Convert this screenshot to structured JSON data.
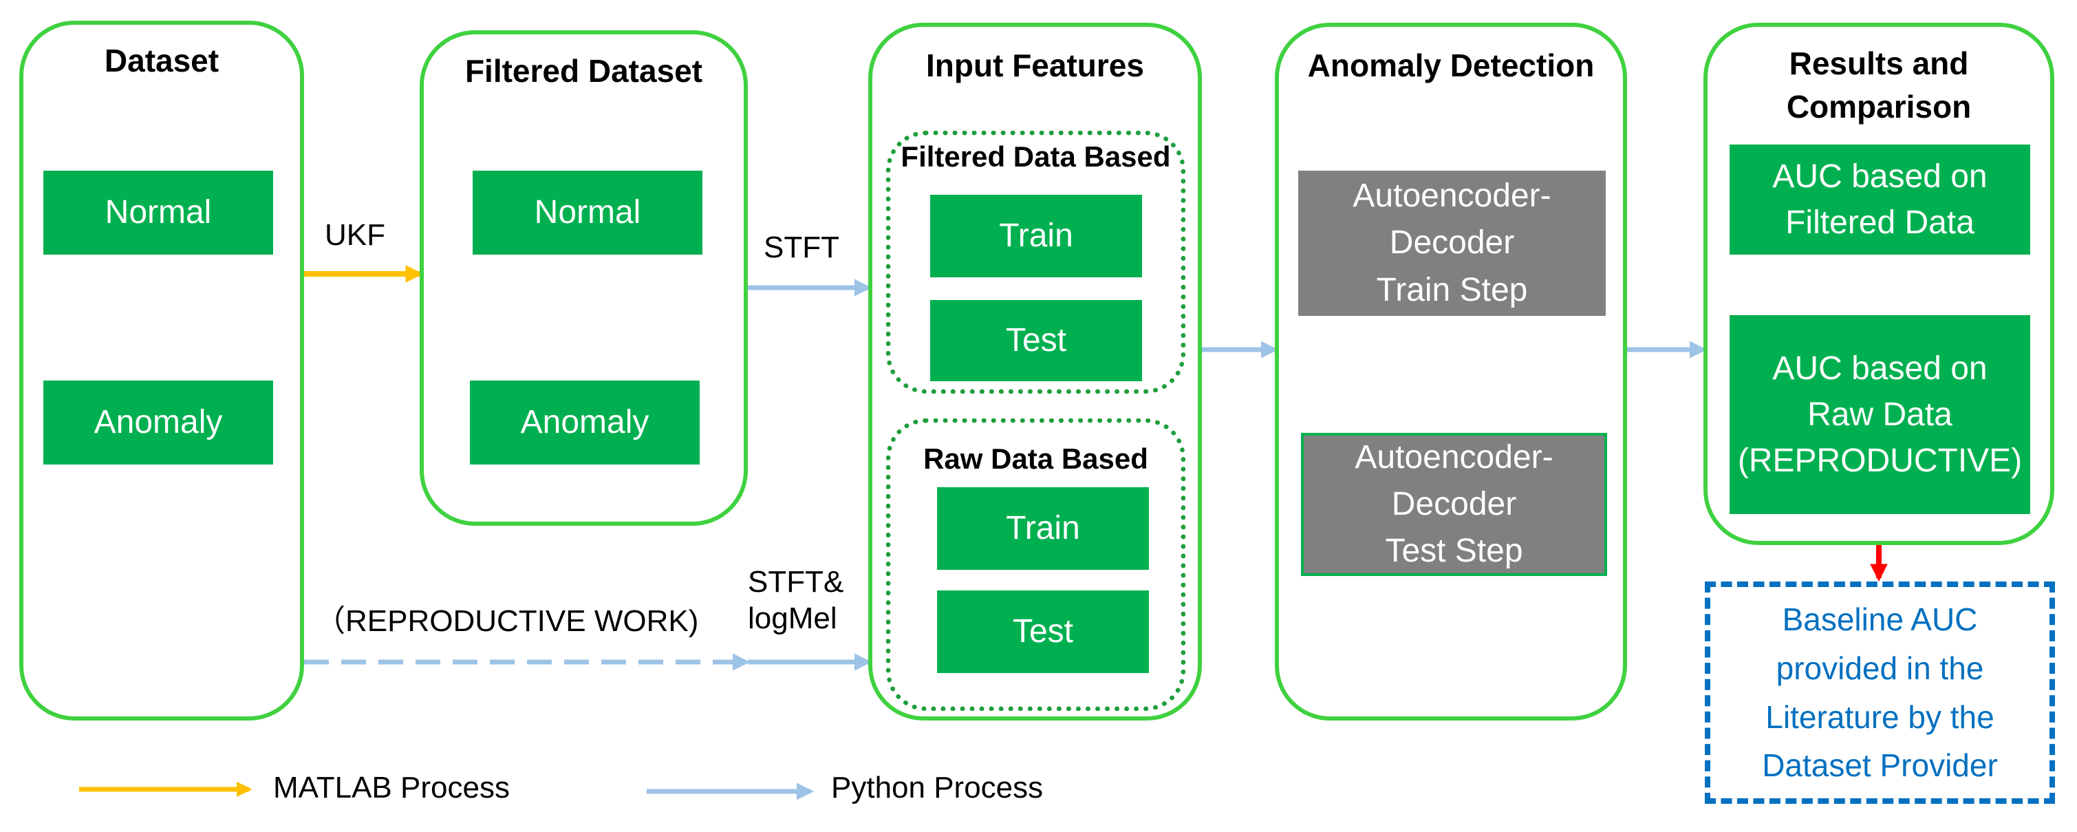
{
  "dataset": {
    "title": "Dataset",
    "items": [
      "Normal",
      "Anomaly"
    ]
  },
  "filtered_dataset": {
    "title": "Filtered Dataset",
    "items": [
      "Normal",
      "Anomaly"
    ]
  },
  "input_features": {
    "title": "Input Features",
    "filtered_group": {
      "title": "Filtered Data Based",
      "items": [
        "Train",
        "Test"
      ]
    },
    "raw_group": {
      "title": "Raw Data Based",
      "items": [
        "Train",
        "Test"
      ]
    }
  },
  "anomaly_detection": {
    "title": "Anomaly Detection",
    "train_step": "Autoencoder-\nDecoder\nTrain Step",
    "test_step": "Autoencoder-\nDecoder\nTest Step"
  },
  "results": {
    "title": "Results and\nComparison",
    "auc_filtered": "AUC based on\nFiltered Data",
    "auc_raw": "AUC based on\nRaw Data\n(REPRODUCTIVE)",
    "baseline": "Baseline AUC\nprovided in the\nLiterature by the\nDataset Provider"
  },
  "arrows": {
    "ukf": "UKF",
    "stft": "STFT",
    "stft_logmel": "STFT&\nlogMel",
    "reproductive_work": "（REPRODUCTIVE WORK)"
  },
  "legend": {
    "matlab": "MATLAB Process",
    "python": "Python Process"
  },
  "colors": {
    "panel_border": "#3fd13f",
    "subpanel_border": "#1e9e3c",
    "green_box": "#00b050",
    "grey_box": "#808080",
    "matlab_arrow": "#ffc000",
    "python_arrow": "#9dc3e6",
    "double_arrow": "#ff0000",
    "baseline_border": "#0070c0"
  }
}
